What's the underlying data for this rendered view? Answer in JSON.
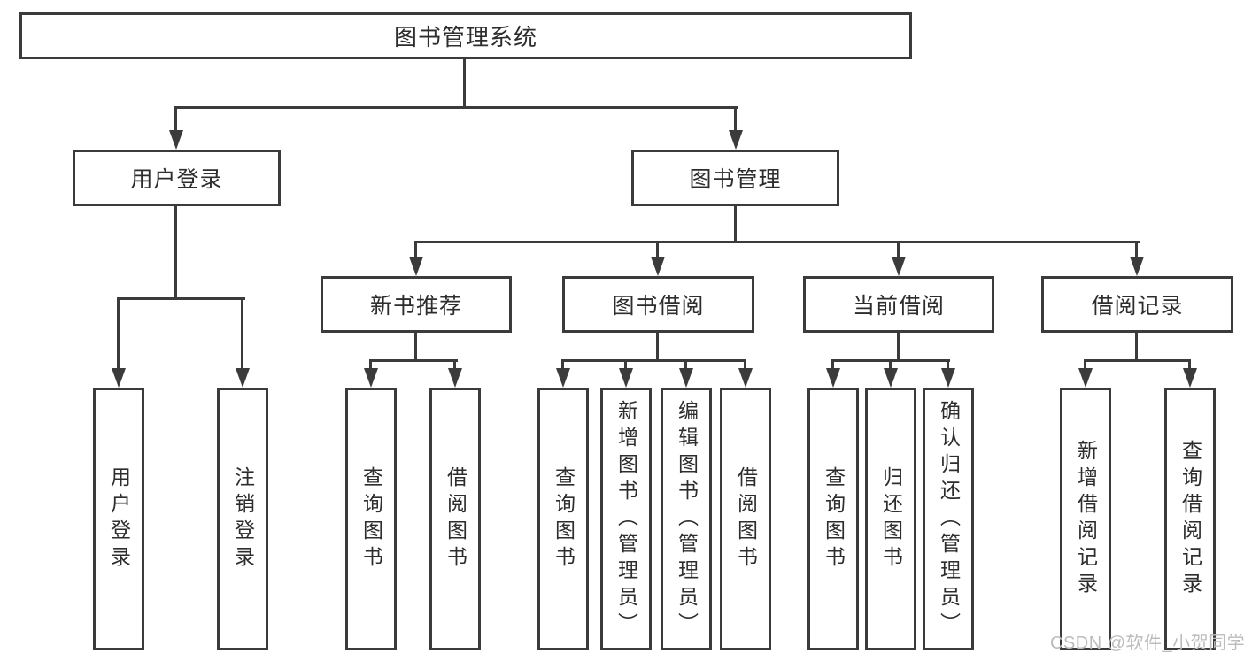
{
  "diagram": {
    "root": {
      "label": "图书管理系统"
    },
    "level2": [
      {
        "label": "用户登录"
      },
      {
        "label": "图书管理"
      }
    ],
    "level3": [
      {
        "label": "新书推荐"
      },
      {
        "label": "图书借阅"
      },
      {
        "label": "当前借阅"
      },
      {
        "label": "借阅记录"
      }
    ],
    "leaves": [
      {
        "label": "用户登录"
      },
      {
        "label": "注销登录"
      },
      {
        "label": "查询图书"
      },
      {
        "label": "借阅图书"
      },
      {
        "label": "查询图书"
      },
      {
        "label": "新增图书（管理员）"
      },
      {
        "label": "编辑图书（管理员）"
      },
      {
        "label": "借阅图书"
      },
      {
        "label": "查询图书"
      },
      {
        "label": "归还图书"
      },
      {
        "label": "确认归还（管理员）"
      },
      {
        "label": "新增借阅记录"
      },
      {
        "label": "查询借阅记录"
      }
    ]
  },
  "watermark": {
    "text": "CSDN @软件_小贺同学"
  },
  "colors": {
    "line": "#3b3b3b",
    "text": "#2d2d2d",
    "watermark": "#bcbcbc",
    "background": "#ffffff"
  }
}
